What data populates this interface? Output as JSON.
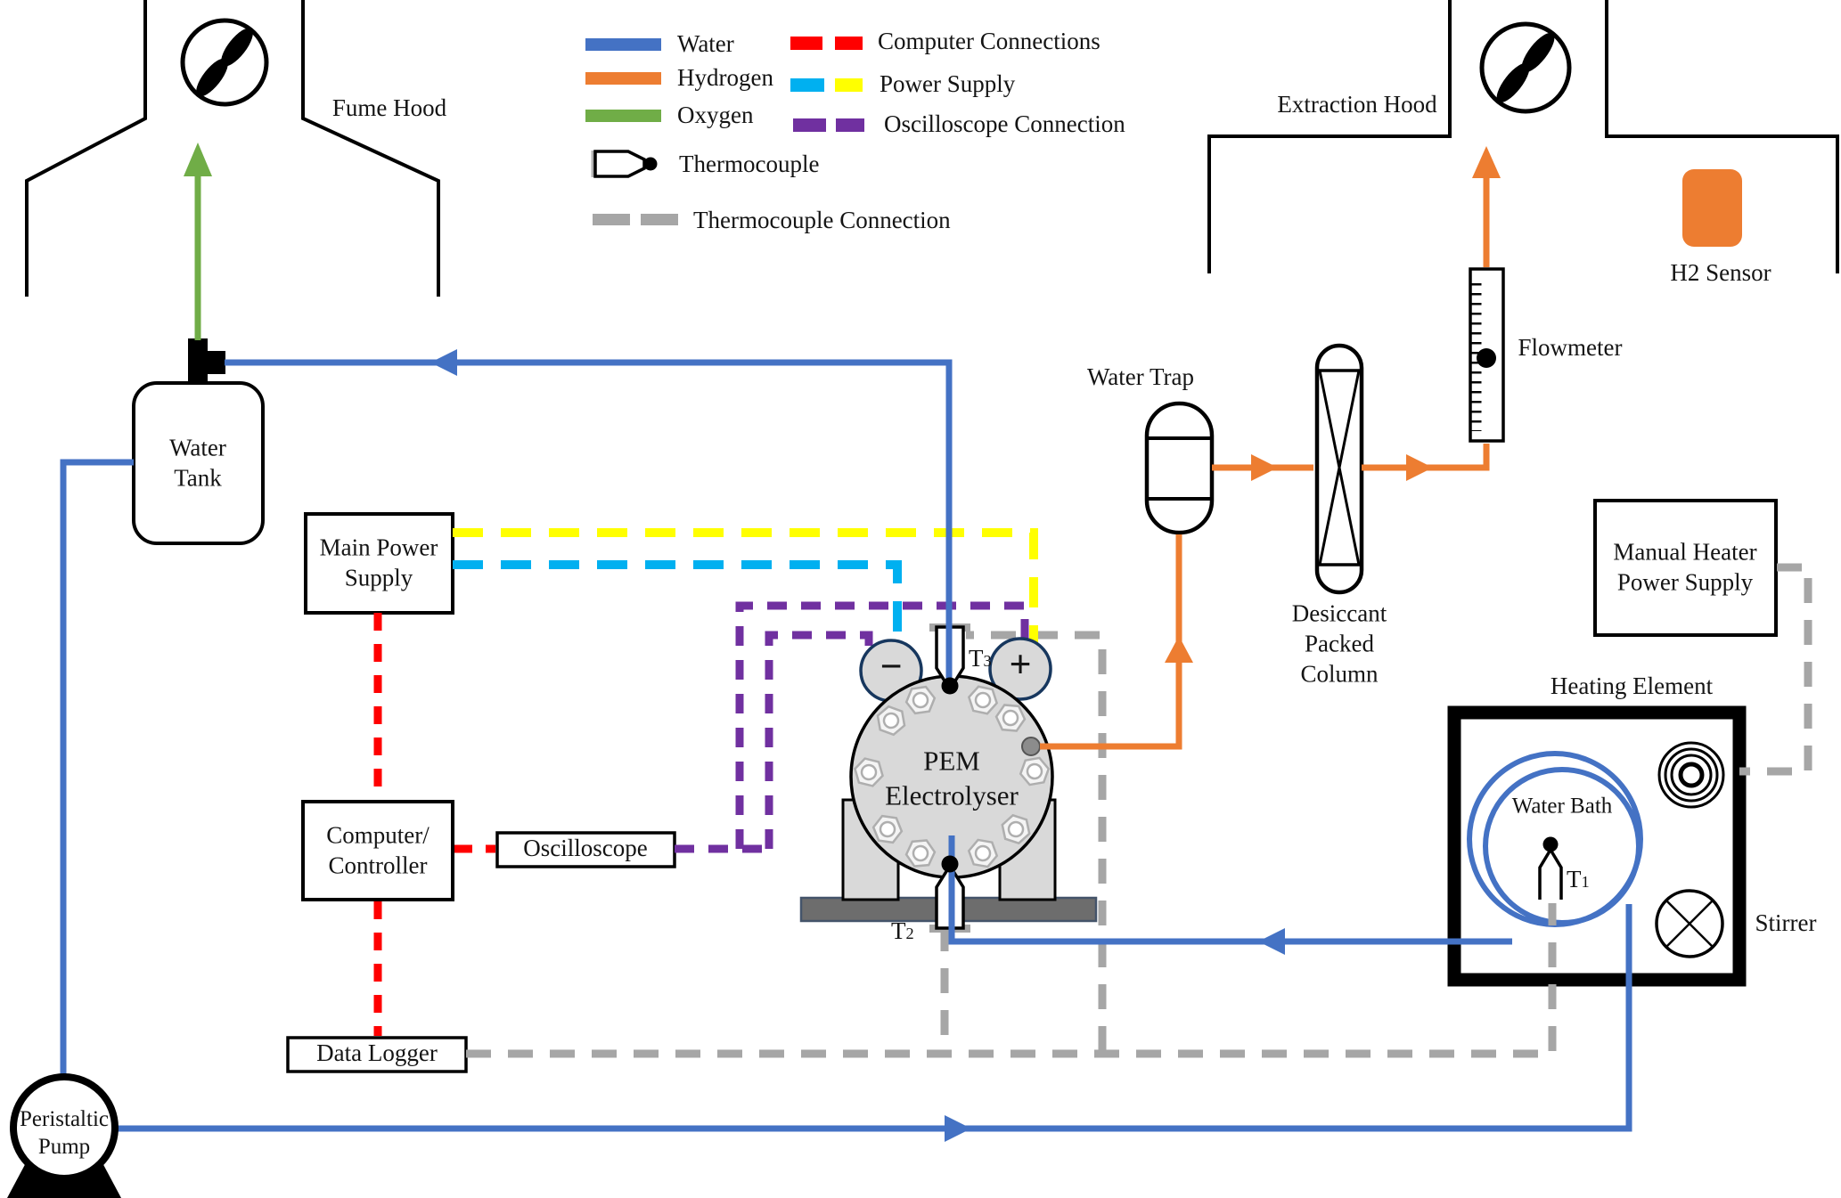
{
  "legend": {
    "water": "Water",
    "hydrogen": "Hydrogen",
    "oxygen": "Oxygen",
    "computer_connections": "Computer Connections",
    "power_supply": "Power Supply",
    "oscilloscope_connection": "Oscilloscope Connection",
    "thermocouple": "Thermocouple",
    "thermocouple_connection": "Thermocouple Connection"
  },
  "components": {
    "fume_hood": "Fume Hood",
    "extraction_hood": "Extraction Hood",
    "water_tank": {
      "line1": "Water",
      "line2": "Tank"
    },
    "main_power_supply": {
      "line1": "Main Power",
      "line2": "Supply"
    },
    "computer_controller": {
      "line1": "Computer/",
      "line2": "Controller"
    },
    "oscilloscope": "Oscilloscope",
    "data_logger": "Data Logger",
    "peristaltic_pump": {
      "line1": "Peristaltic",
      "line2": "Pump"
    },
    "pem_electrolyser": {
      "line1": "PEM",
      "line2": "Electrolyser"
    },
    "water_trap": "Water Trap",
    "desiccant_column": {
      "line1": "Desiccant",
      "line2": "Packed",
      "line3": "Column"
    },
    "flowmeter": "Flowmeter",
    "h2_sensor": "H2 Sensor",
    "manual_heater_power_supply": {
      "line1": "Manual Heater",
      "line2": "Power Supply"
    },
    "heating_element": "Heating Element",
    "water_bath": "Water Bath",
    "stirrer": "Stirrer",
    "minus_terminal": "−",
    "plus_terminal": "+",
    "t1": {
      "base": "T",
      "sub": "1"
    },
    "t2": {
      "base": "T",
      "sub": "2"
    },
    "t3": {
      "base": "T",
      "sub": "3"
    }
  },
  "colors": {
    "water_line": "#4472C4",
    "hydrogen_line": "#ED7D31",
    "oxygen_line": "#70AD47",
    "computer_line": "#FF0000",
    "power_supply_cyan": "#00B0F0",
    "power_supply_yellow": "#FFFF00",
    "oscilloscope_line": "#7030A0",
    "thermocouple_line": "#A6A6A6",
    "vessel_fill": "#D9D9D9"
  }
}
